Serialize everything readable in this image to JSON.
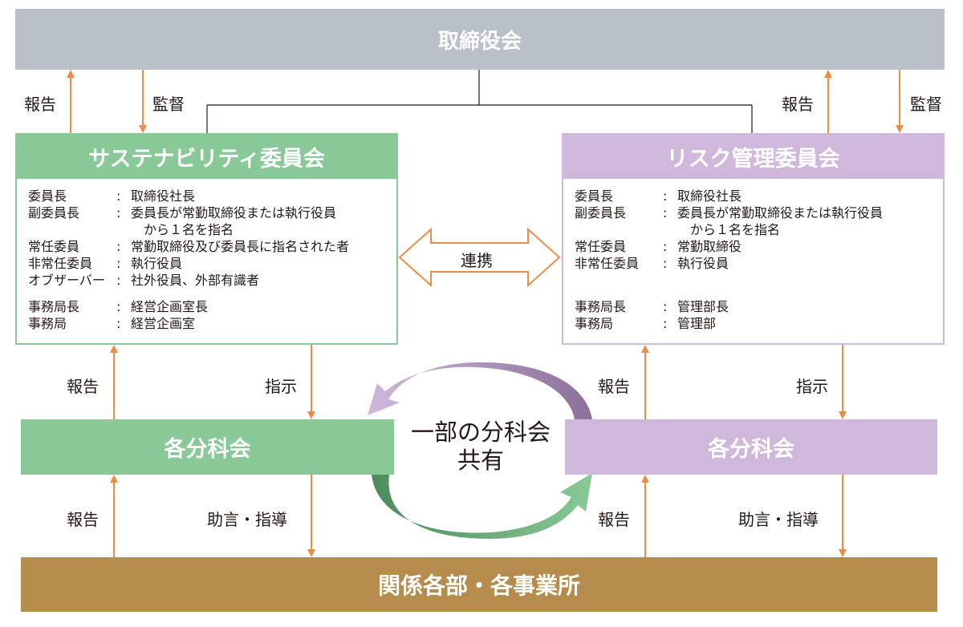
{
  "board": {
    "title": "取締役会"
  },
  "board_links": {
    "left_report": "報告",
    "left_oversight": "監督",
    "right_report": "報告",
    "right_oversight": "監督"
  },
  "sustainability": {
    "title": "サステナビリティ委員会",
    "rows": [
      {
        "key": "委員長",
        "colon": ":",
        "value": "取締役社長"
      },
      {
        "key": "副委員長",
        "colon": ":",
        "value": "委員長が常勤取締役または執行役員"
      },
      {
        "key": "",
        "colon": "",
        "value": "から１名を指名"
      },
      {
        "key": "常任委員",
        "colon": ":",
        "value": "常勤取締役及び委員長に指名された者"
      },
      {
        "key": "非常任委員",
        "colon": ":",
        "value": "執行役員"
      },
      {
        "key": "オブザーバー",
        "colon": ":",
        "value": "社外役員、外部有識者"
      }
    ],
    "office_rows": [
      {
        "key": "事務局長",
        "colon": ":",
        "value": "経営企画室長"
      },
      {
        "key": "事務局",
        "colon": ":",
        "value": "経営企画室"
      }
    ]
  },
  "risk": {
    "title": "リスク管理委員会",
    "rows": [
      {
        "key": "委員長",
        "colon": ":",
        "value": "取締役社長"
      },
      {
        "key": "副委員長",
        "colon": ":",
        "value": "委員長が常勤取締役または執行役員"
      },
      {
        "key": "",
        "colon": "",
        "value": "から１名を指名"
      },
      {
        "key": "常任委員",
        "colon": ":",
        "value": "常勤取締役"
      },
      {
        "key": "非常任委員",
        "colon": ":",
        "value": "執行役員"
      }
    ],
    "office_rows": [
      {
        "key": "事務局長",
        "colon": ":",
        "value": "管理部長"
      },
      {
        "key": "事務局",
        "colon": ":",
        "value": "管理部"
      }
    ]
  },
  "cooperation": "連携",
  "mid_links": {
    "left_report": "報告",
    "left_instruction": "指示",
    "right_report": "報告",
    "right_instruction": "指示"
  },
  "subcommittee_left": "各分科会",
  "subcommittee_right": "各分科会",
  "shared": {
    "line1": "一部の分科会",
    "line2": "共有"
  },
  "lower_links": {
    "left_report": "報告",
    "left_advice": "助言・指導",
    "right_report": "報告",
    "right_advice": "助言・指導"
  },
  "bottom": {
    "title": "関係各部・各事業所"
  },
  "colors": {
    "arrow": "#ed8c47",
    "board": "#b9c0c7",
    "green": "#88c997",
    "purple": "#cfb8dc",
    "brown": "#b58c4c"
  }
}
